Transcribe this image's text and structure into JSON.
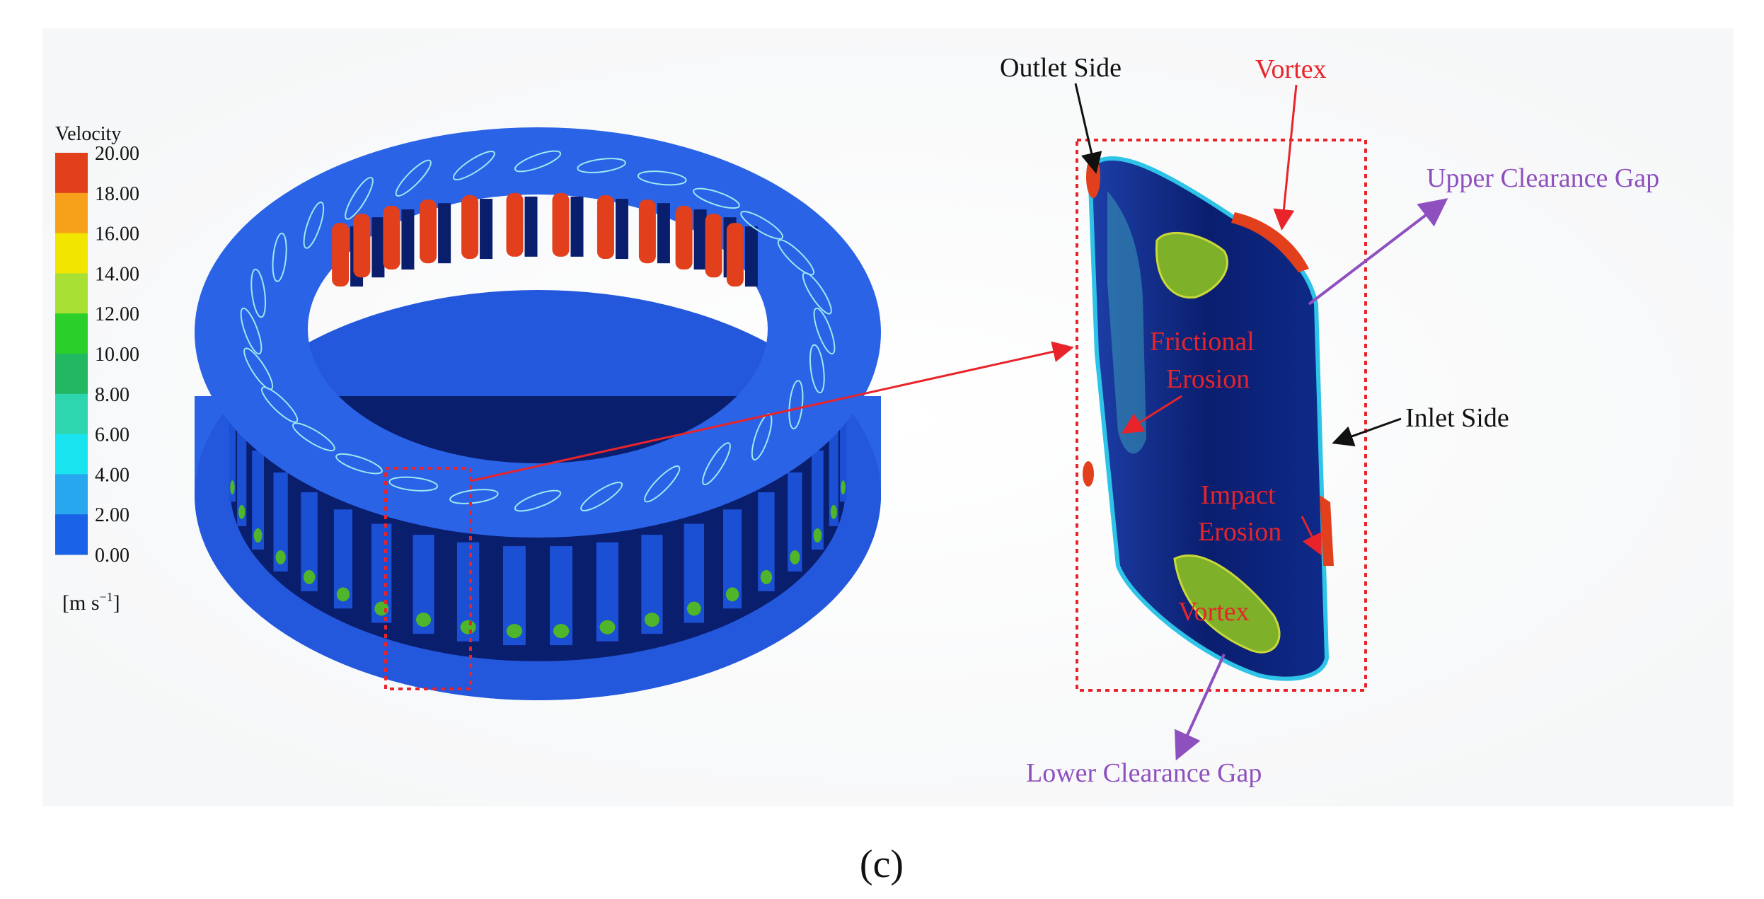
{
  "legend": {
    "title": "Velocity",
    "ticks": [
      "20.00",
      "18.00",
      "16.00",
      "14.00",
      "12.00",
      "10.00",
      "8.00",
      "6.00",
      "4.00",
      "2.00",
      "0.00"
    ],
    "unit_base": "[m s",
    "unit_exp": "−1",
    "unit_close": "]",
    "colors": [
      "#e2401c",
      "#f7a11a",
      "#f2e500",
      "#a8e034",
      "#2bcf2a",
      "#21b861",
      "#2ed6b0",
      "#19e3ee",
      "#27a7ee",
      "#1a63e8"
    ]
  },
  "annotations": {
    "outlet_side": "Outlet Side",
    "vortex_top": "Vortex",
    "upper_gap": "Upper Clearance Gap",
    "frictional_1": "Frictional",
    "frictional_2": "Erosion",
    "inlet_side": "Inlet Side",
    "impact_1": "Impact",
    "impact_2": "Erosion",
    "vortex_bottom": "Vortex",
    "lower_gap": "Lower Clearance Gap"
  },
  "caption": "(c)",
  "colors": {
    "red": "#e8242a",
    "purple": "#8e4fbf",
    "black": "#111111",
    "ring_blue": "#2a63e6",
    "navy": "#0a1e6e"
  }
}
